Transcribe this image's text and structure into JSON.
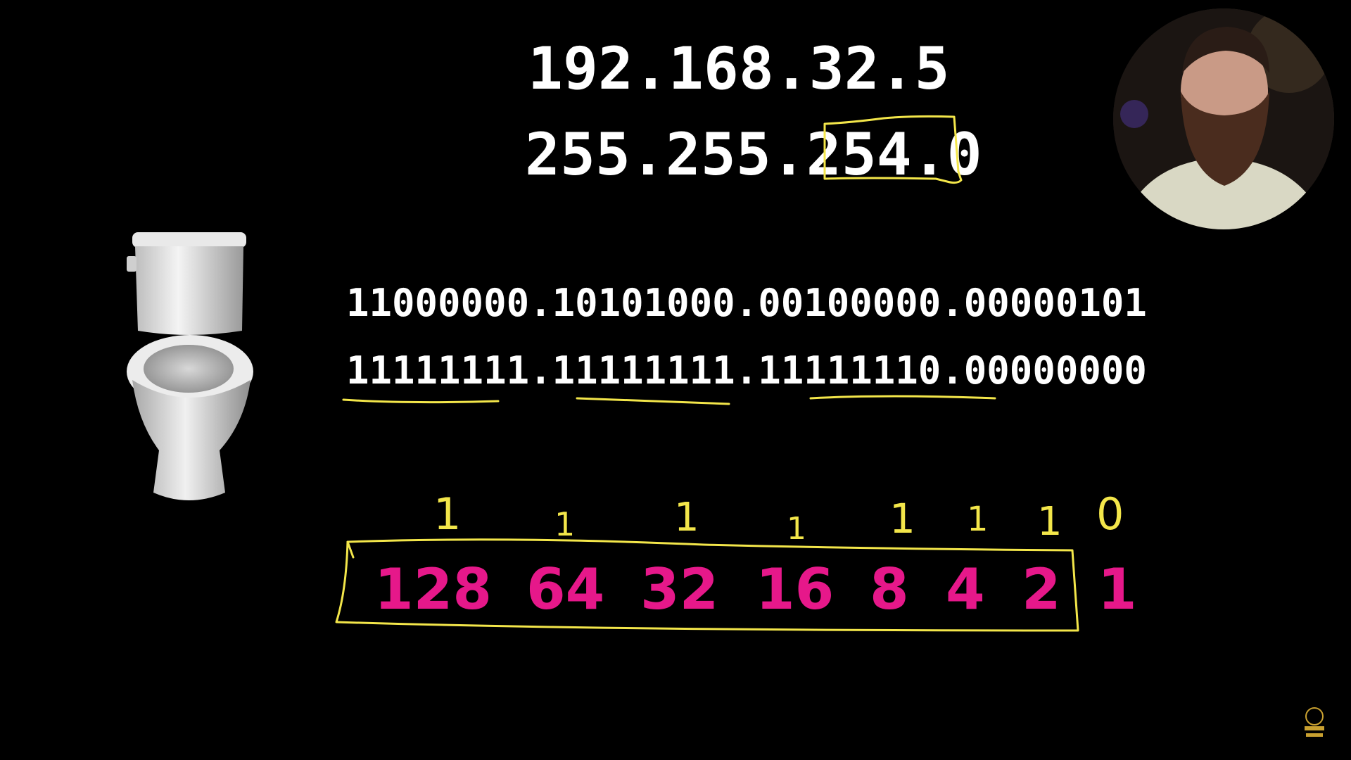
{
  "ip_address": "192.168.32.5",
  "subnet_mask": {
    "prefix": "255.255.",
    "highlight": "254",
    "suffix": ".0"
  },
  "binary": {
    "ip_binary": "11000000.10101000.00100000.00000101",
    "mask_binary": "11111111.11111111.11111110.00000000"
  },
  "place_values": [
    "128",
    "64",
    "32",
    "16",
    "8",
    "4",
    "2",
    "1"
  ],
  "bit_marks": [
    "1",
    "1",
    "1",
    "1",
    "1",
    "1",
    "1",
    "0"
  ],
  "colors": {
    "background": "#000000",
    "text": "#ffffff",
    "place_value": "#e6188a",
    "annotation": "#f3e64a"
  },
  "icons": {
    "illustration": "toilet-icon",
    "webcam": "presenter-webcam",
    "watermark": "channel-logo-icon"
  }
}
